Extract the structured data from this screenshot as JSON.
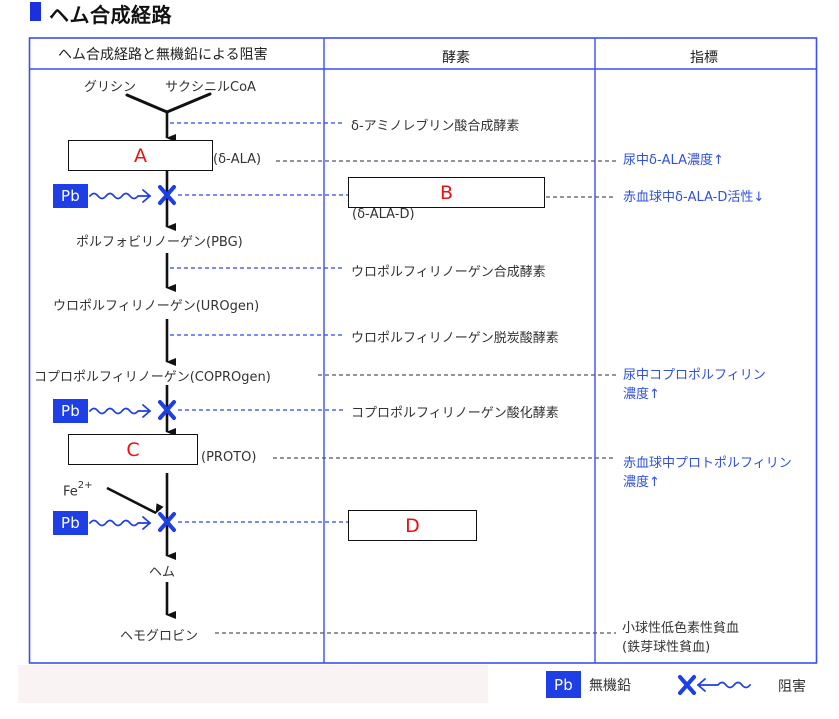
{
  "title": "ヘム合成経路",
  "table": {
    "headers": [
      "ヘム合成経路と無機鉛による阻害",
      "酵素",
      "指標"
    ]
  },
  "pathway": {
    "substrates": [
      "グリシン",
      "サクシニルCoA"
    ],
    "intermediates": {
      "ala_label": "(δ-ALA)",
      "pbg": "ポルフォビリノーゲン(PBG)",
      "urogen": "ウロポルフィリノーゲン(UROgen)",
      "coprogen": "コプロポルフィリノーゲン(COPROgen)",
      "proto_label": "(PROTO)",
      "iron": "Fe",
      "iron_charge": "2+",
      "heme": "ヘム",
      "hemoglobin": "ヘモグロビン"
    },
    "blanks": {
      "A": "A",
      "B": "B",
      "C": "C",
      "D": "D"
    },
    "inhibitor_label": "Pb"
  },
  "enzymes": {
    "ala_synthase": "δ-アミノレブリン酸合成酵素",
    "ala_d_label": "(δ-ALA-D)",
    "urogen_synthase": "ウロポルフィリノーゲン合成酵素",
    "urogen_decarboxylase": "ウロポルフィリノーゲン脱炭酸酵素",
    "coprogen_oxidase": "コプロポルフィリノーゲン酸化酵素"
  },
  "indicators": {
    "urine_ala": "尿中δ-ALA濃度↑",
    "rbc_ala_d": "赤血球中δ-ALA-D活性↓",
    "urine_copro": [
      "尿中コプロポルフィリン",
      "濃度↑"
    ],
    "rbc_proto": [
      "赤血球中プロトポルフィリン",
      "濃度↑"
    ],
    "anemia": [
      "小球性低色素性貧血",
      "(鉄芽球性貧血)"
    ]
  },
  "legend": {
    "pb_badge": "Pb",
    "pb_label": "無機鉛",
    "inhibition_label": "阻害"
  },
  "colors": {
    "table_border": "#3a4ff0",
    "blue_accent": "#1f3fe6",
    "indicator_text": "#3050e0",
    "blank_letter": "#ee1111",
    "arrow": "#111111",
    "connector_dash_blue": "#2a44f0",
    "connector_dash_dark": "#555566"
  }
}
